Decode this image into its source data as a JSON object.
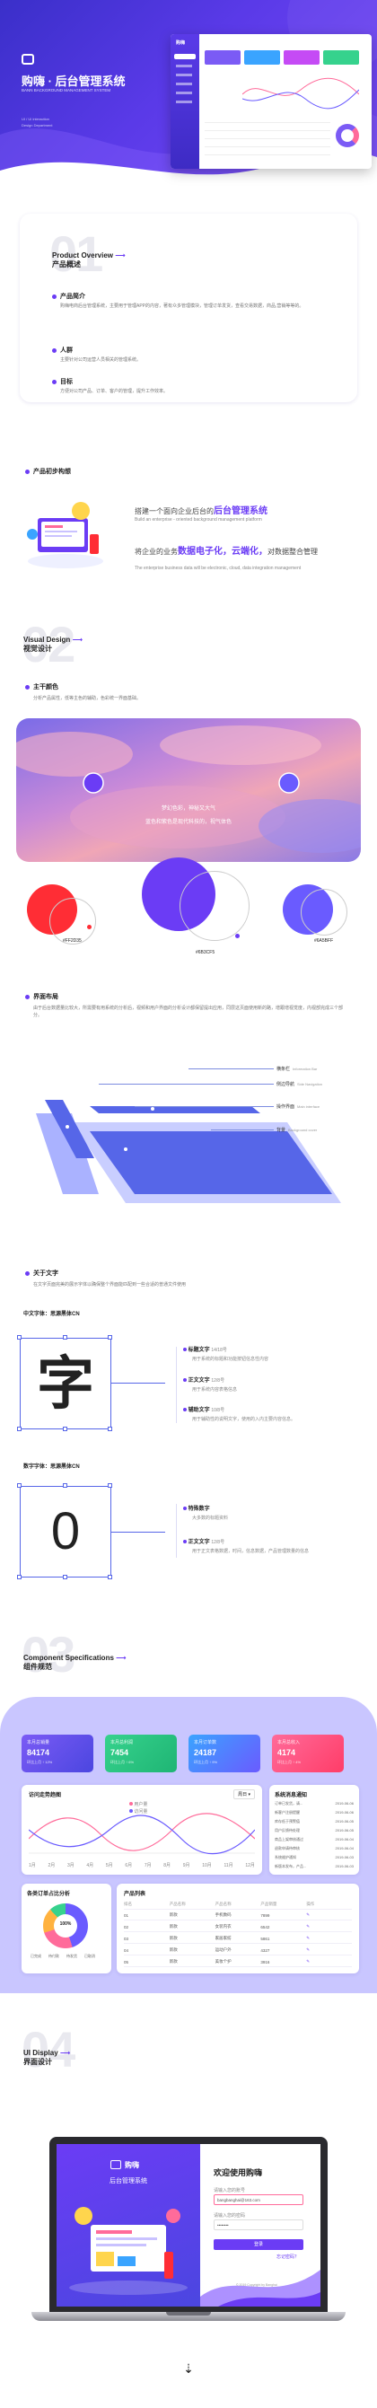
{
  "header": {
    "title": "购嗨 · 后台管理系统",
    "subtitle": "BANN BACKGROUND MANAGEMENT SYSTEM",
    "meta_line1": "UI / UI interaction",
    "meta_line2": "Design Department",
    "mock_brand": "购嗨"
  },
  "overview": {
    "number": "01",
    "title_en": "Product Overview",
    "title_cn": "产品概述",
    "items": [
      {
        "label": "产品简介",
        "text": "购嗨电商后台管理系统，主要用于管理APP的内容，著有众多管理模块，管理订单发货，查看交易数据，商品,营销等等的。"
      },
      {
        "label": "人群",
        "text": "主要针对公司运营人员相关的管理系统。"
      },
      {
        "label": "目标",
        "text": "方便对公司产品、订单、客户的管理，提升工作效率。"
      }
    ]
  },
  "thinking": {
    "label": "产品初步构想",
    "line1_pre": "搭建一个面向企业后台的",
    "line1_hl": "后台管理系统",
    "line1_en": "Build an enterprise - oriented background management platform",
    "line2_pre": "将企业的业务",
    "line2_hl": "数据电子化，云端化，",
    "line2_post": "对数据整合管理",
    "line2_en": "The enterprise business data will be electronic, cloud, data integration management"
  },
  "visual": {
    "number": "02",
    "title_en": "Visual Design",
    "title_cn": "视觉设计",
    "color_label": "主干颜色",
    "color_text": "分析产品属性，低等主色的辅助，色彩统一界面基础。",
    "cloud_text_1": "梦幻色彩，神秘又大气",
    "cloud_text_2": "蓝色和紫色是现代科技的，视气体色",
    "swatches": [
      {
        "hex": "#FF2D35",
        "color": "#ff2d35"
      },
      {
        "hex": "#6B3CF5",
        "color": "#6b3cf5"
      },
      {
        "hex": "#6A5BFF",
        "color": "#6a5bff"
      }
    ],
    "layout_label": "界面布局",
    "layout_text": "由于后台数据量比较大，所需要有用系统的分析后，视频和用户界面的分析设计都保留提出应用，同层这页面使用新的路，增跟增视觉度，内视部完成三个部分。",
    "layers": [
      {
        "cn": "横条栏",
        "en": "Information Bar"
      },
      {
        "cn": "侧边导航",
        "en": "Side Navigation"
      },
      {
        "cn": "操作界面",
        "en": "Main interface"
      },
      {
        "cn": "背景",
        "en": "Background cover"
      }
    ],
    "font_label": "关于文字",
    "font_text": "在文字页面完美的展示字体以确保整个界面能匹配到一些合适的普通文件使用",
    "font_cn_title": "中文字体：思源黑体CN",
    "font_cn_glyph": "字",
    "font_cn_items": [
      {
        "name": "标题文字",
        "size": "14/18号",
        "desc": "用于系统的标题和功能按钮信息性内容"
      },
      {
        "name": "正文文字",
        "size": "12/8号",
        "desc": "用于系统内容表格信息"
      },
      {
        "name": "辅助文字",
        "size": "10/8号",
        "desc": "用于辅助性的说明文字，使用的入内主要内容信息。"
      }
    ],
    "font_num_title": "数字字体：思源黑体CN",
    "font_num_glyph": "0",
    "font_num_items": [
      {
        "name": "特殊数字",
        "size": "",
        "desc": "大多数的标题资料"
      },
      {
        "name": "正文文字",
        "size": "12/8号",
        "desc": "用于正文表格数据，时间，信息数据，产品管理数量的信息"
      }
    ]
  },
  "components": {
    "number": "03",
    "title_en": "Component Specifications",
    "title_cn": "组件规范",
    "stats": [
      {
        "label": "本月总销量",
        "value": "84174",
        "cmp": "环比上月 ↑ 12%",
        "color1": "#7b5bf5",
        "color2": "#4b46e0"
      },
      {
        "label": "本月总利润",
        "value": "7454",
        "cmp": "环比上月 ↑ 6%",
        "color1": "#36d28d",
        "color2": "#1fb574"
      },
      {
        "label": "本月订单数",
        "value": "24187",
        "cmp": "环比上月 ↑ 9%",
        "color1": "#3aa4ff",
        "color2": "#6a5bff"
      },
      {
        "label": "本月总收入",
        "value": "4174",
        "cmp": "环比上月 ↑ 4%",
        "color1": "#ff6b9a",
        "color2": "#ff3d68"
      }
    ],
    "trend_title": "访问走势趋图",
    "trend_filter": "周日 ▾",
    "legend": [
      "用户量",
      "访问量"
    ],
    "x_labels": [
      "1月",
      "2月",
      "3月",
      "4月",
      "5月",
      "6月",
      "7月",
      "8月",
      "9月",
      "10月",
      "11月",
      "12月"
    ],
    "notice_title": "系统消息通知",
    "notices": [
      {
        "text": "订单已发货，请...",
        "time": "2019-06-06"
      },
      {
        "text": "新客户注册提醒",
        "time": "2019-06-06"
      },
      {
        "text": "库存低于预警值",
        "time": "2019-06-05"
      },
      {
        "text": "用户反馈待处理",
        "time": "2019-06-05"
      },
      {
        "text": "商品上架审核通过",
        "time": "2019-06-04"
      },
      {
        "text": "退款申请待审核",
        "time": "2019-06-04"
      },
      {
        "text": "系统维护通知",
        "time": "2019-06-03"
      },
      {
        "text": "新版本发布，产品...",
        "time": "2019-06-03"
      }
    ],
    "ratio_title": "各类订单占比分析",
    "ratio_center": "100%",
    "ratio_legend": [
      "已完成",
      "待付款",
      "待发货",
      "已取消"
    ],
    "product_title": "产品列表",
    "product_headers": [
      "排名",
      "产品名称",
      "产品名称",
      "产品销量",
      "操作"
    ],
    "products": [
      [
        "01",
        "新款",
        "手机数码",
        "7899"
      ],
      [
        "02",
        "新款",
        "女装内衣",
        "6542"
      ],
      [
        "03",
        "新款",
        "家居家纺",
        "5861"
      ],
      [
        "04",
        "新款",
        "运动户外",
        "4327"
      ],
      [
        "05",
        "新款",
        "美妆个护",
        "3916"
      ]
    ]
  },
  "ui": {
    "number": "04",
    "title_en": "UI Display",
    "title_cn": "界面设计",
    "login_brand": "购嗨",
    "login_sys": "后台管理系统",
    "login_welcome": "欢迎使用购嗨",
    "login_user_label": "请输入您的账号",
    "login_user_value": "bangbanghai@163.com",
    "login_pwd_label": "请输入您的密码",
    "login_pwd_value": "••••••••",
    "login_button": "登录",
    "login_forgot": "忘记密码？",
    "footer": "© 2019 Copyright by Banghai"
  }
}
